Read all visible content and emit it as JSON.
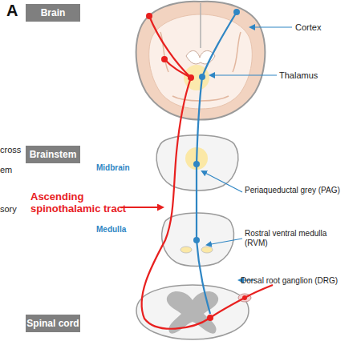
{
  "diagram": {
    "nodes": [
      {
        "text": [
          "Brain"
        ]
      },
      {
        "text": [
          "Brainstem"
        ]
      },
      {
        "text": [
          "Spinal cord"
        ]
      }
    ],
    "labels": [
      "A",
      "Cortex",
      "Thalamus",
      "cross",
      "em",
      "Midbrain",
      "Ascending spinothalamic tract",
      "Periaqueductal grey (PAG)",
      "sory",
      "Medulla",
      "Rostral ventral medulla (RVM)",
      "Dorsal root ganglion (DRG)"
    ]
  }
}
